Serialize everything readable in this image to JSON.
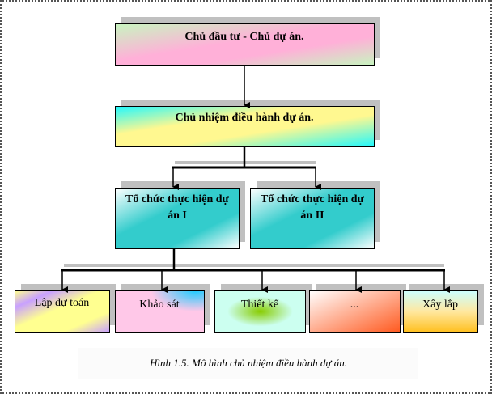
{
  "nodes": {
    "top": "Chủ đầu tư - Chủ dự án.",
    "manager": "Chủ nhiệm điều hành dự án.",
    "org1": "Tổ chức thực hiện dự án I",
    "org2": "Tổ chức thực hiện dự án II",
    "tasks": [
      "Lập dự toán",
      "Khảo sát",
      "Thiết kế",
      "...",
      "Xây lắp"
    ]
  },
  "caption": "Hình 1.5. Mô hình chủ nhiệm điều hành dự án."
}
